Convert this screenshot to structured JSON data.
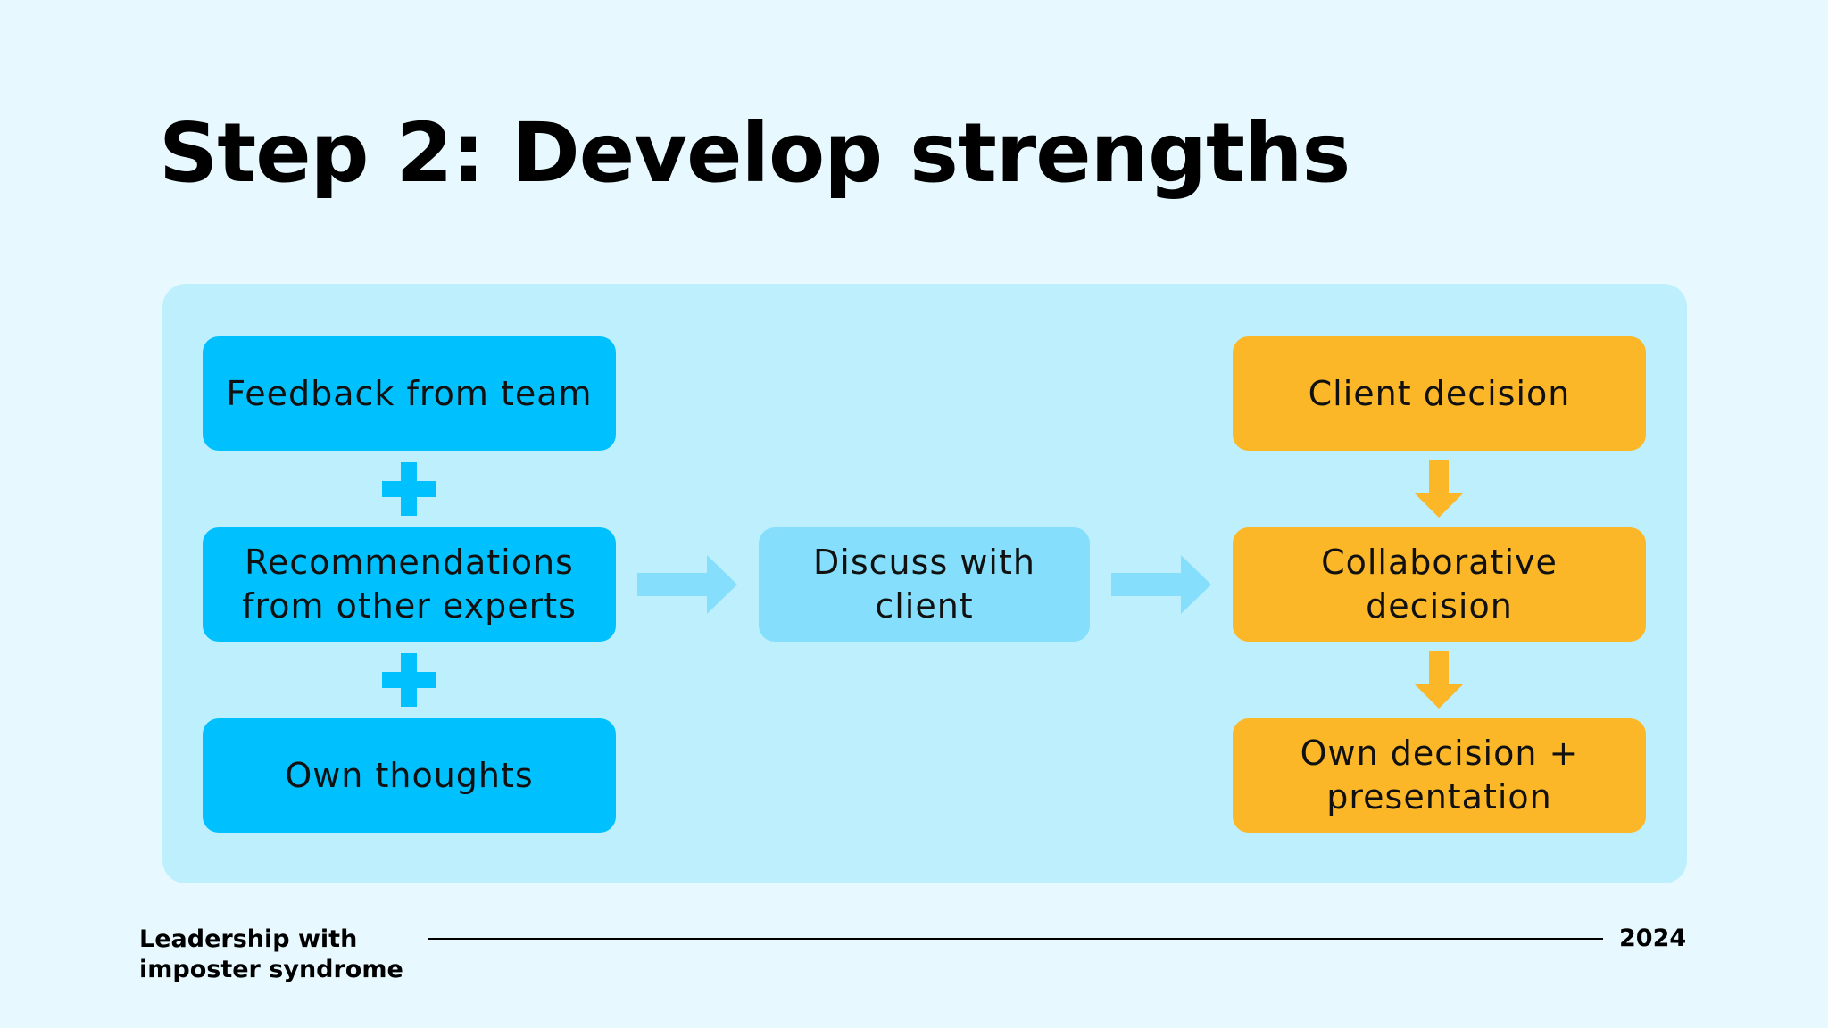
{
  "slide": {
    "title": "Step 2: Develop strengths"
  },
  "diagram": {
    "inputs": [
      {
        "label": "Feedback from team"
      },
      {
        "label": "Recommendations from other experts"
      },
      {
        "label": "Own thoughts"
      }
    ],
    "middle": {
      "label": "Discuss with client"
    },
    "outputs": [
      {
        "label": "Client decision"
      },
      {
        "label": "Collaborative decision"
      },
      {
        "label": "Own decision + presentation"
      }
    ],
    "colors": {
      "input": "#00c1fd",
      "middle": "#85dffc",
      "output": "#fbb727",
      "connector_blue": "#00c1fd",
      "connector_light": "#85dffc",
      "connector_orange": "#fbb727"
    }
  },
  "footer": {
    "left_text": "Leadership with imposter syndrome",
    "year": "2024"
  }
}
